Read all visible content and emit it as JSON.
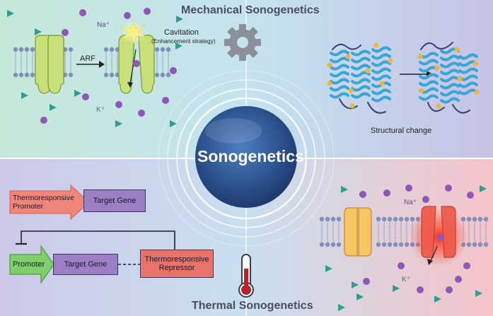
{
  "colors": {
    "mechanical_bg": "#c9e6dc",
    "thermal_bg": "#f4c9cf",
    "channel_green": "#c7e07a",
    "channel_orange": "#f7c561",
    "channel_red": "#ef5a4a",
    "ion_purple": "#8e57b8",
    "ion_teal": "#2e9f8f",
    "helix_blue": "#3aa6d8",
    "sphere_blue": "#2b4f8c",
    "target_gene_box": "#9b7fc4",
    "promoter_arrow": "#7fcf6b",
    "thermo_box": "#e8736a"
  },
  "titles": {
    "top": "Mechanical Sonogenetics",
    "bottom": "Thermal Sonogenetics",
    "center": "Sonogenetics"
  },
  "mechanical": {
    "arf_label": "ARF",
    "na_label": "Na⁺",
    "k_label": "K⁺",
    "cavitation_label": "Cavitation",
    "enhancement_label": "(Enhancement strategy)",
    "structural_label": "Structural change"
  },
  "thermal": {
    "na_label": "Na⁺",
    "k_label": "K⁺",
    "thermo_promoter": "Thermoresponsive Promoter",
    "target_gene_1": "Target Gene",
    "promoter": "Promoter",
    "target_gene_2": "Target Gene",
    "thermo_repressor": "Thermoresponsive Repressor"
  },
  "icons": {
    "gear": "gear-icon",
    "thermometer": "thermometer-icon",
    "flash": "cavitation-flash-icon"
  }
}
